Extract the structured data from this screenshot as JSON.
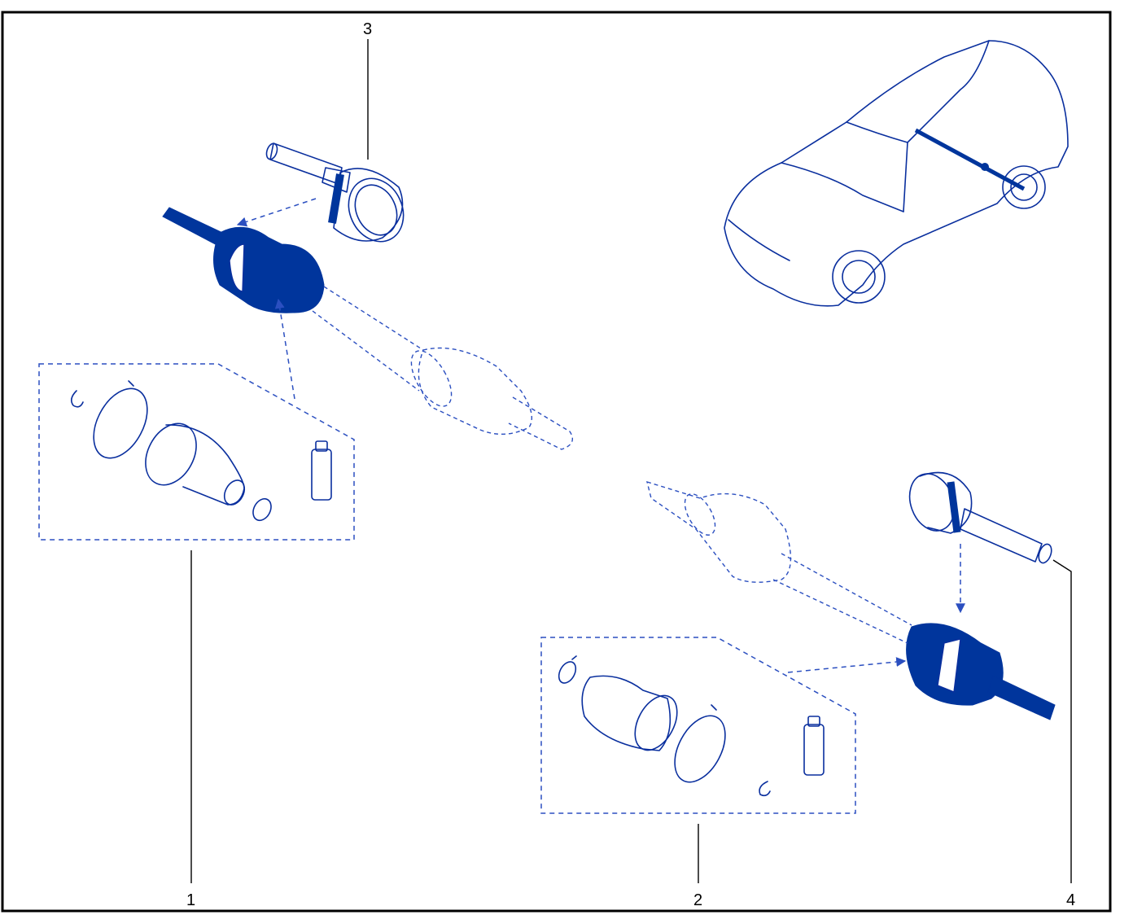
{
  "callouts": {
    "c1": "1",
    "c2": "2",
    "c3": "3",
    "c4": "4"
  },
  "colors": {
    "part_blue": "#00359c",
    "line_blue": "#2b4fc0",
    "frame": "#000000"
  },
  "icons": {
    "vehicle": "suv-vehicle-illustration",
    "kit": "cv-joint-boot-kit",
    "joint": "cv-joint-outer"
  }
}
